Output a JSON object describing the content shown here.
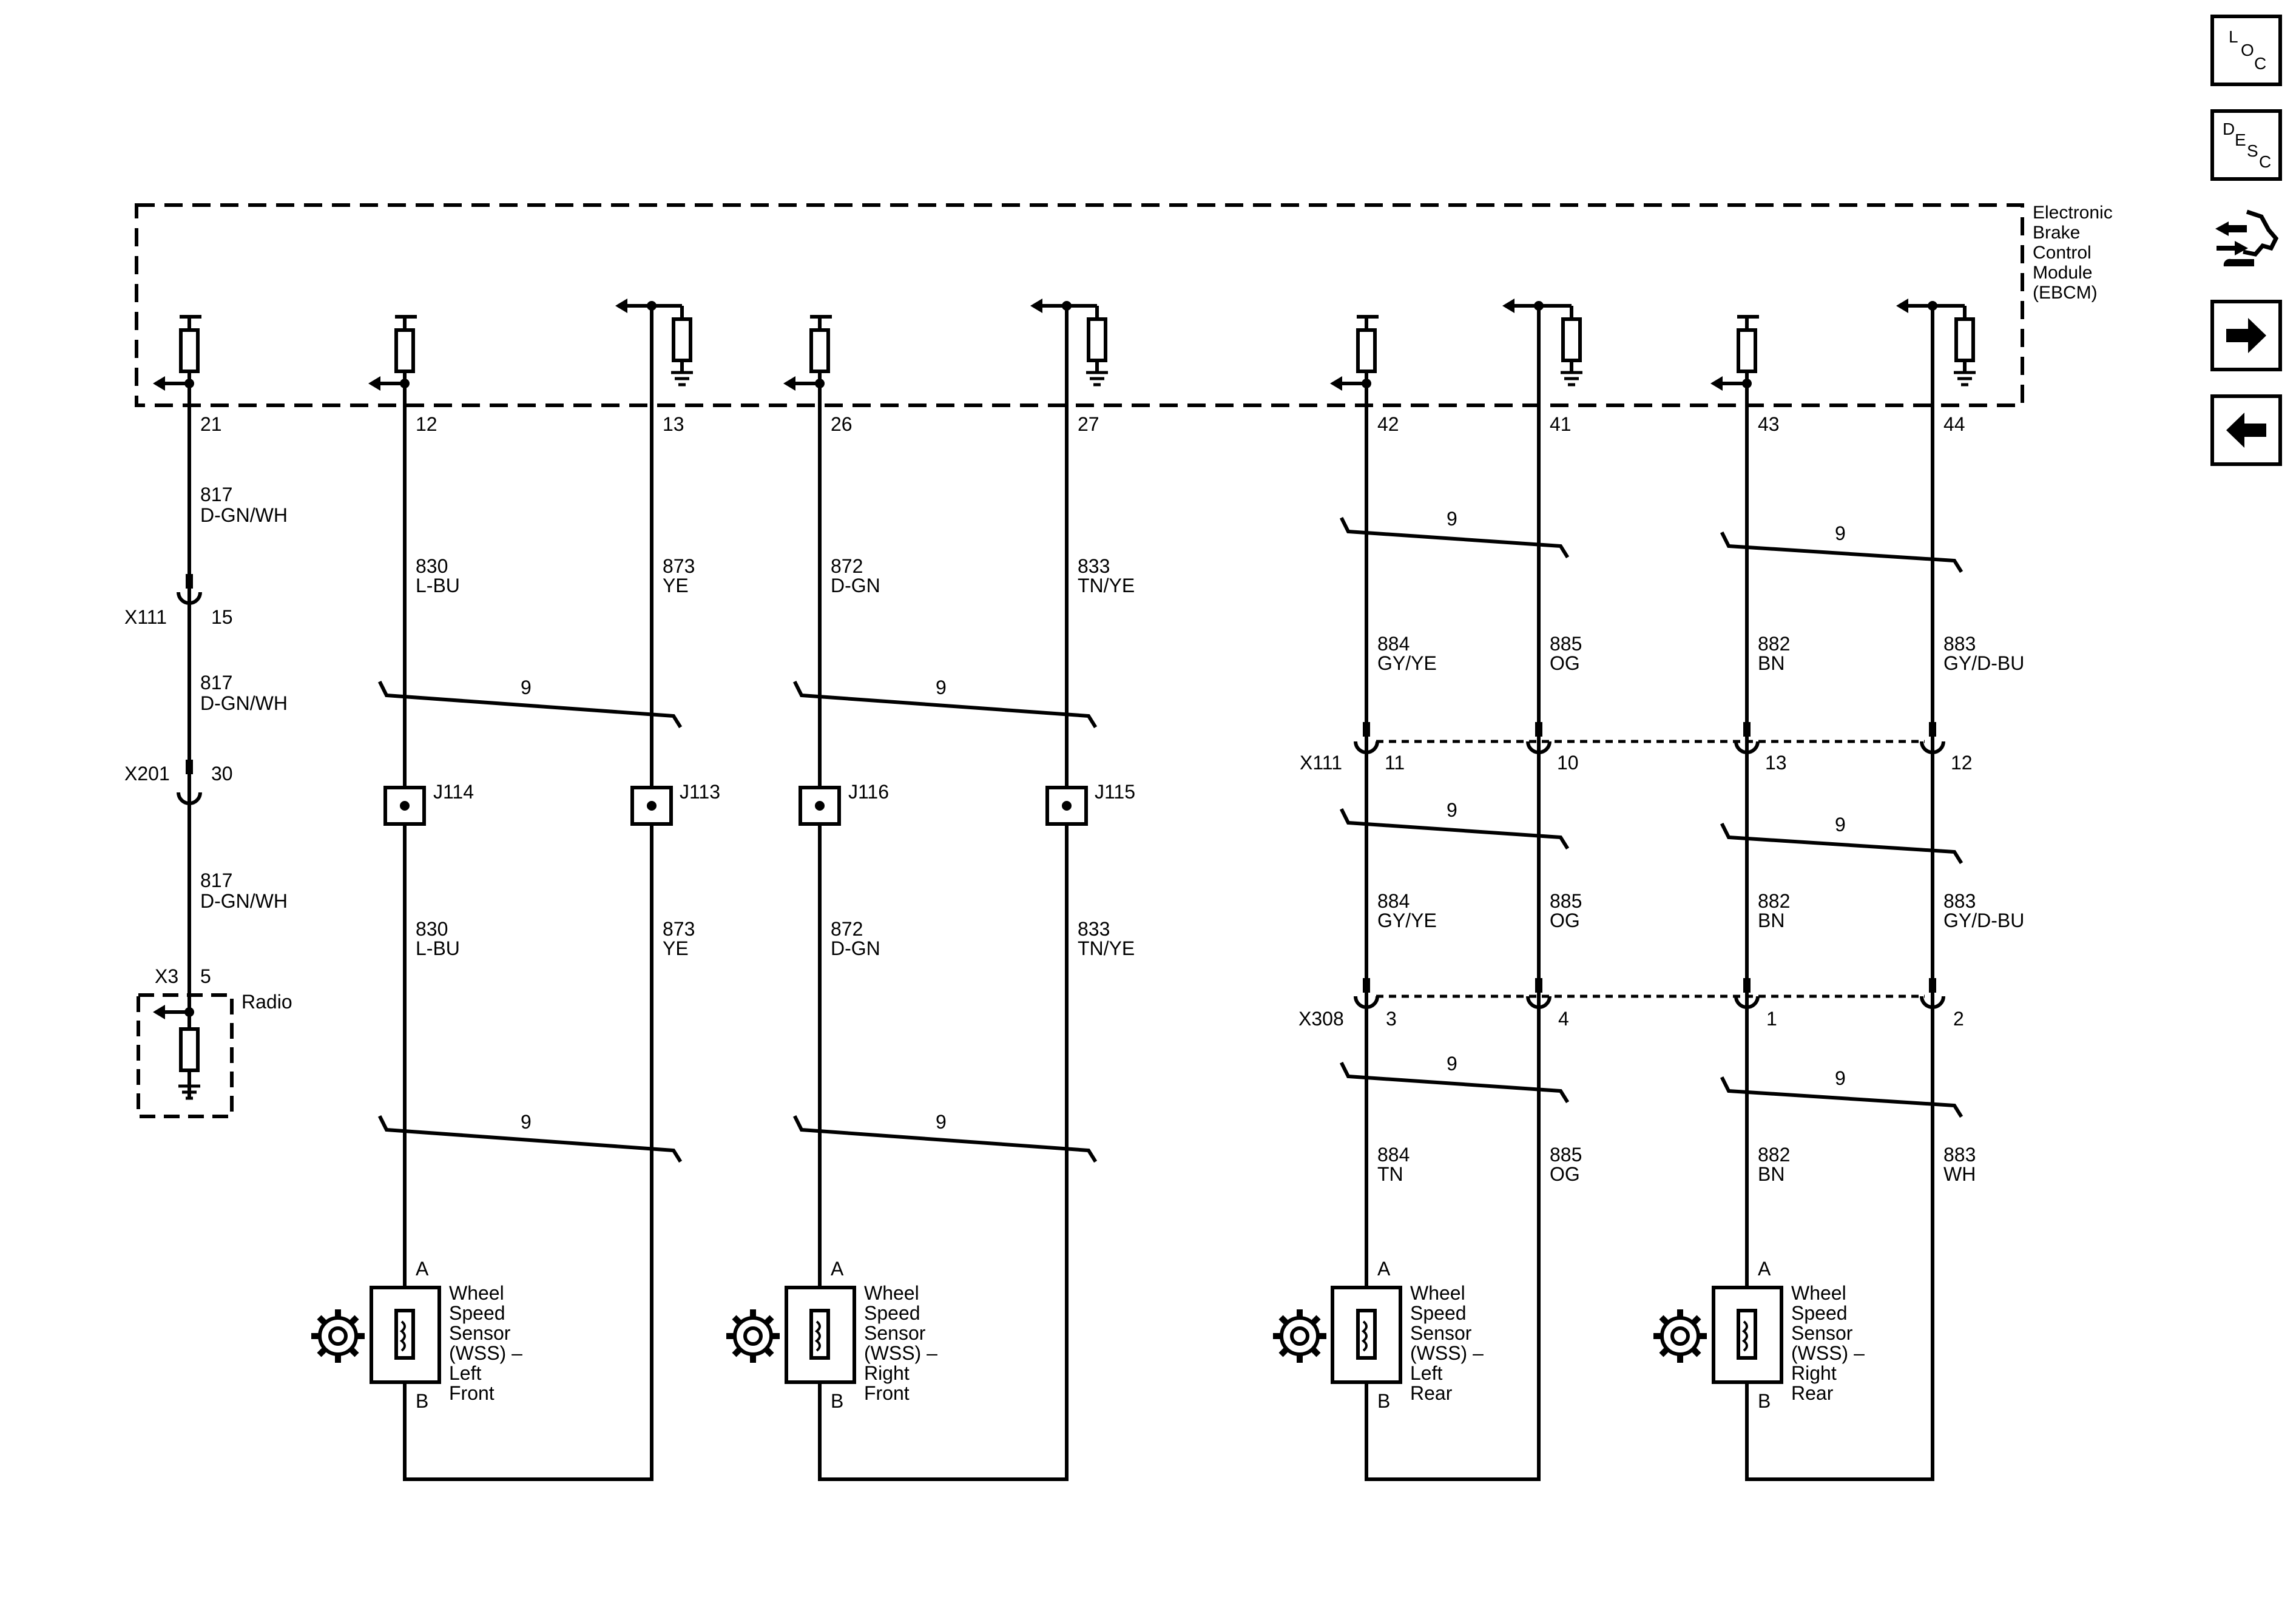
{
  "module": {
    "name": [
      "Electronic",
      "Brake",
      "Control",
      "Module",
      "(EBCM)"
    ]
  },
  "radio": {
    "label": "Radio",
    "connector": "X3",
    "pin": "5"
  },
  "nav_buttons": [
    {
      "id": "loc",
      "letters": [
        "L",
        "O",
        "C"
      ],
      "icon": "loc-icon"
    },
    {
      "id": "desc",
      "letters": [
        "D",
        "E",
        "S",
        "C"
      ],
      "icon": "desc-icon"
    },
    {
      "id": "connector-end-view",
      "icon": "connector-end-view-icon"
    },
    {
      "id": "next",
      "icon": "arrow-right-icon"
    },
    {
      "id": "previous",
      "icon": "arrow-left-icon"
    }
  ],
  "twisted_pair_label": "9",
  "pins": [
    {
      "id": "p21",
      "num": "21",
      "type": "out"
    },
    {
      "id": "p12",
      "num": "12",
      "type": "out"
    },
    {
      "id": "p13",
      "num": "13",
      "type": "in"
    },
    {
      "id": "p26",
      "num": "26",
      "type": "out"
    },
    {
      "id": "p27",
      "num": "27",
      "type": "in"
    },
    {
      "id": "p42",
      "num": "42",
      "type": "out"
    },
    {
      "id": "p41",
      "num": "41",
      "type": "in"
    },
    {
      "id": "p43",
      "num": "43",
      "type": "out"
    },
    {
      "id": "p44",
      "num": "44",
      "type": "in"
    }
  ],
  "wire_labels": [
    {
      "id": "w21a",
      "circuit": "817",
      "color": "D-GN/WH"
    },
    {
      "id": "w21b",
      "circuit": "817",
      "color": "D-GN/WH"
    },
    {
      "id": "w21c",
      "circuit": "817",
      "color": "D-GN/WH"
    },
    {
      "id": "w12a",
      "circuit": "830",
      "color": "L-BU"
    },
    {
      "id": "w12b",
      "circuit": "830",
      "color": "L-BU"
    },
    {
      "id": "w13a",
      "circuit": "873",
      "color": "YE"
    },
    {
      "id": "w13b",
      "circuit": "873",
      "color": "YE"
    },
    {
      "id": "w26a",
      "circuit": "872",
      "color": "D-GN"
    },
    {
      "id": "w26b",
      "circuit": "872",
      "color": "D-GN"
    },
    {
      "id": "w27a",
      "circuit": "833",
      "color": "TN/YE"
    },
    {
      "id": "w27b",
      "circuit": "833",
      "color": "TN/YE"
    },
    {
      "id": "w42a",
      "circuit": "884",
      "color": "GY/YE"
    },
    {
      "id": "w42b",
      "circuit": "884",
      "color": "GY/YE"
    },
    {
      "id": "w42c",
      "circuit": "884",
      "color": "TN"
    },
    {
      "id": "w41a",
      "circuit": "885",
      "color": "OG"
    },
    {
      "id": "w41b",
      "circuit": "885",
      "color": "OG"
    },
    {
      "id": "w41c",
      "circuit": "885",
      "color": "OG"
    },
    {
      "id": "w43a",
      "circuit": "882",
      "color": "BN"
    },
    {
      "id": "w43b",
      "circuit": "882",
      "color": "BN"
    },
    {
      "id": "w43c",
      "circuit": "882",
      "color": "BN"
    },
    {
      "id": "w44a",
      "circuit": "883",
      "color": "GY/D-BU"
    },
    {
      "id": "w44b",
      "circuit": "883",
      "color": "GY/D-BU"
    },
    {
      "id": "w44c",
      "circuit": "883",
      "color": "WH"
    }
  ],
  "connectors": [
    {
      "id": "x111-single",
      "name": "X111",
      "pins": [
        "15"
      ]
    },
    {
      "id": "x201",
      "name": "X201",
      "pins": [
        "30"
      ]
    },
    {
      "id": "x111",
      "name": "X111",
      "pins": [
        "11",
        "10",
        "13",
        "12"
      ]
    },
    {
      "id": "x308",
      "name": "X308",
      "pins": [
        "3",
        "4",
        "1",
        "2"
      ]
    }
  ],
  "splices": [
    {
      "id": "j114",
      "name": "J114"
    },
    {
      "id": "j113",
      "name": "J113"
    },
    {
      "id": "j116",
      "name": "J116"
    },
    {
      "id": "j115",
      "name": "J115"
    }
  ],
  "sensors": [
    {
      "id": "wss-lf",
      "pin_a": "A",
      "pin_b": "B",
      "label": [
        "Wheel",
        "Speed",
        "Sensor",
        "(WSS) –",
        "Left",
        "Front"
      ]
    },
    {
      "id": "wss-rf",
      "pin_a": "A",
      "pin_b": "B",
      "label": [
        "Wheel",
        "Speed",
        "Sensor",
        "(WSS) –",
        "Right",
        "Front"
      ]
    },
    {
      "id": "wss-lr",
      "pin_a": "A",
      "pin_b": "B",
      "label": [
        "Wheel",
        "Speed",
        "Sensor",
        "(WSS) –",
        "Left",
        "Rear"
      ]
    },
    {
      "id": "wss-rr",
      "pin_a": "A",
      "pin_b": "B",
      "label": [
        "Wheel",
        "Speed",
        "Sensor",
        "(WSS) –",
        "Right",
        "Rear"
      ]
    }
  ]
}
